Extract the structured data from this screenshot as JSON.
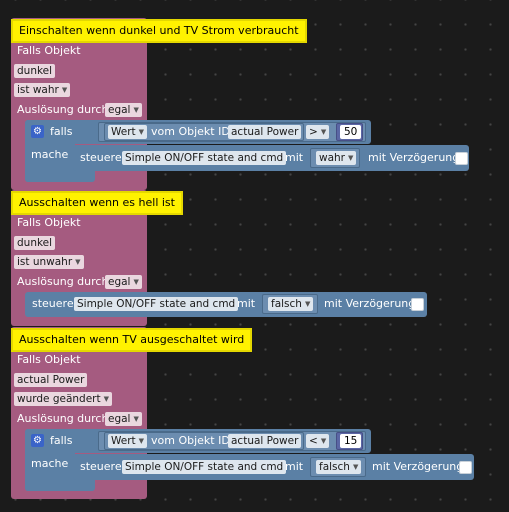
{
  "colors": {
    "event_block": "#a55b80",
    "action_block": "#5b80a5",
    "comment": "#fff200",
    "background": "#1b1b1b"
  },
  "blocks": [
    {
      "comment": "Einschalten wenn dunkel und TV Strom verbraucht",
      "falls_objekt_label": "Falls Objekt",
      "object": "dunkel",
      "condition": "ist wahr",
      "ausloesung_label": "Auslösung durch",
      "ausloesung_value": "egal",
      "if_block": {
        "falls_label": "falls",
        "mache_label": "mache",
        "wert_label": "Wert",
        "vom_objekt_label": "vom Objekt ID",
        "object_id": "actual Power",
        "operator": ">",
        "number": "50"
      },
      "action": {
        "steuere_label": "steuere",
        "target": "Simple ON/OFF state and cmd",
        "mit_label": "mit",
        "value": "wahr",
        "verzoegerung_label": "mit Verzögerung"
      }
    },
    {
      "comment": "Ausschalten wenn es hell ist",
      "falls_objekt_label": "Falls Objekt",
      "object": "dunkel",
      "condition": "ist unwahr",
      "ausloesung_label": "Auslösung durch",
      "ausloesung_value": "egal",
      "action": {
        "steuere_label": "steuere",
        "target": "Simple ON/OFF state and cmd",
        "mit_label": "mit",
        "value": "falsch",
        "verzoegerung_label": "mit Verzögerung"
      }
    },
    {
      "comment": "Ausschalten wenn TV ausgeschaltet wird",
      "falls_objekt_label": "Falls Objekt",
      "object": "actual Power",
      "condition": "wurde geändert",
      "ausloesung_label": "Auslösung durch",
      "ausloesung_value": "egal",
      "if_block": {
        "falls_label": "falls",
        "mache_label": "mache",
        "wert_label": "Wert",
        "vom_objekt_label": "vom Objekt ID",
        "object_id": "actual Power",
        "operator": "<",
        "number": "15"
      },
      "action": {
        "steuere_label": "steuere",
        "target": "Simple ON/OFF state and cmd",
        "mit_label": "mit",
        "value": "falsch",
        "verzoegerung_label": "mit Verzögerung"
      }
    }
  ]
}
